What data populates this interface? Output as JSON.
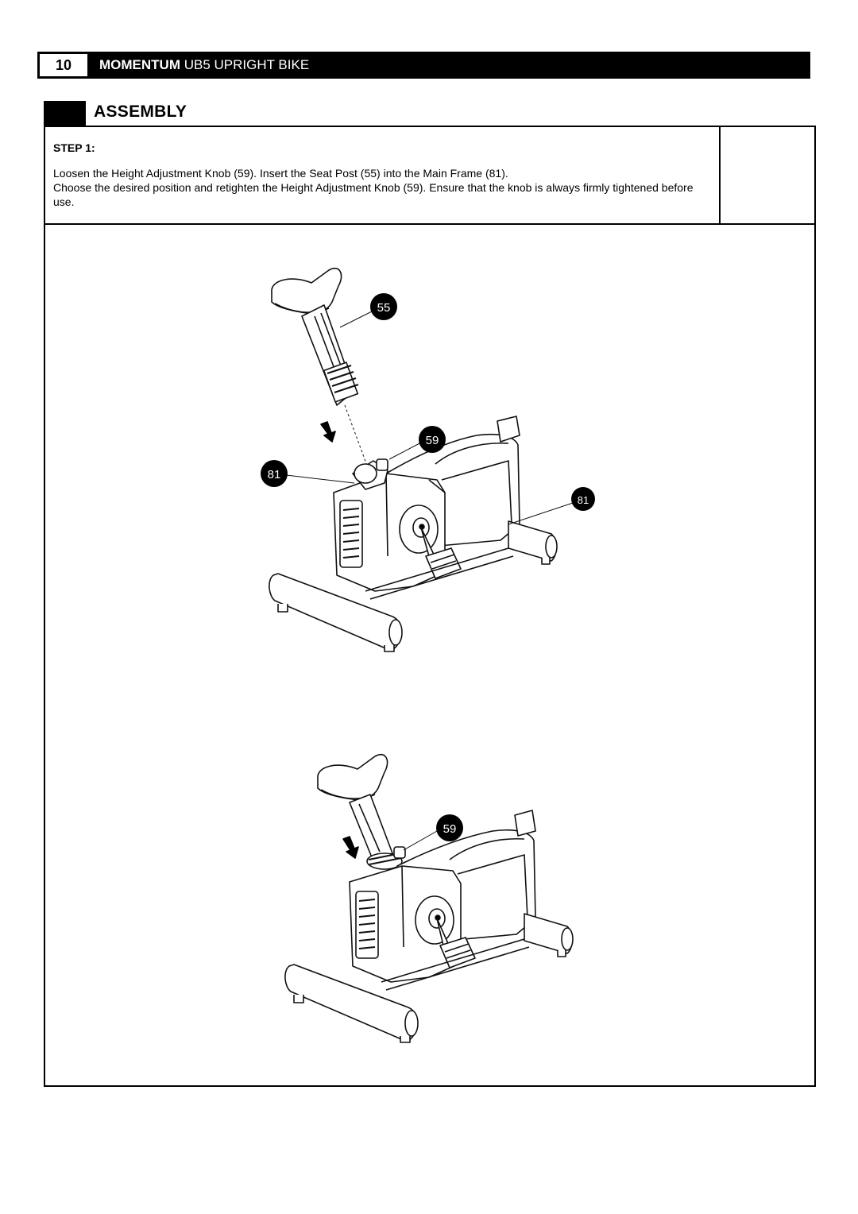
{
  "header": {
    "page_number": "10",
    "brand": "MOMENTUM",
    "model": "UB5 UPRIGHT BIKE"
  },
  "section": {
    "title": "ASSEMBLY"
  },
  "step": {
    "label": "STEP 1:",
    "line1": "Loosen the Height Adjustment Knob (59).  Insert the Seat Post (55) into the Main Frame (81).",
    "line2": "Choose the desired position and retighten the Height Adjustment Knob (59).  Ensure that the knob is always firmly tightened before use."
  },
  "callouts": {
    "seat_post": "55",
    "knob_top": "59",
    "frame_left": "81",
    "frame_right": "81",
    "knob_bottom": "59"
  }
}
